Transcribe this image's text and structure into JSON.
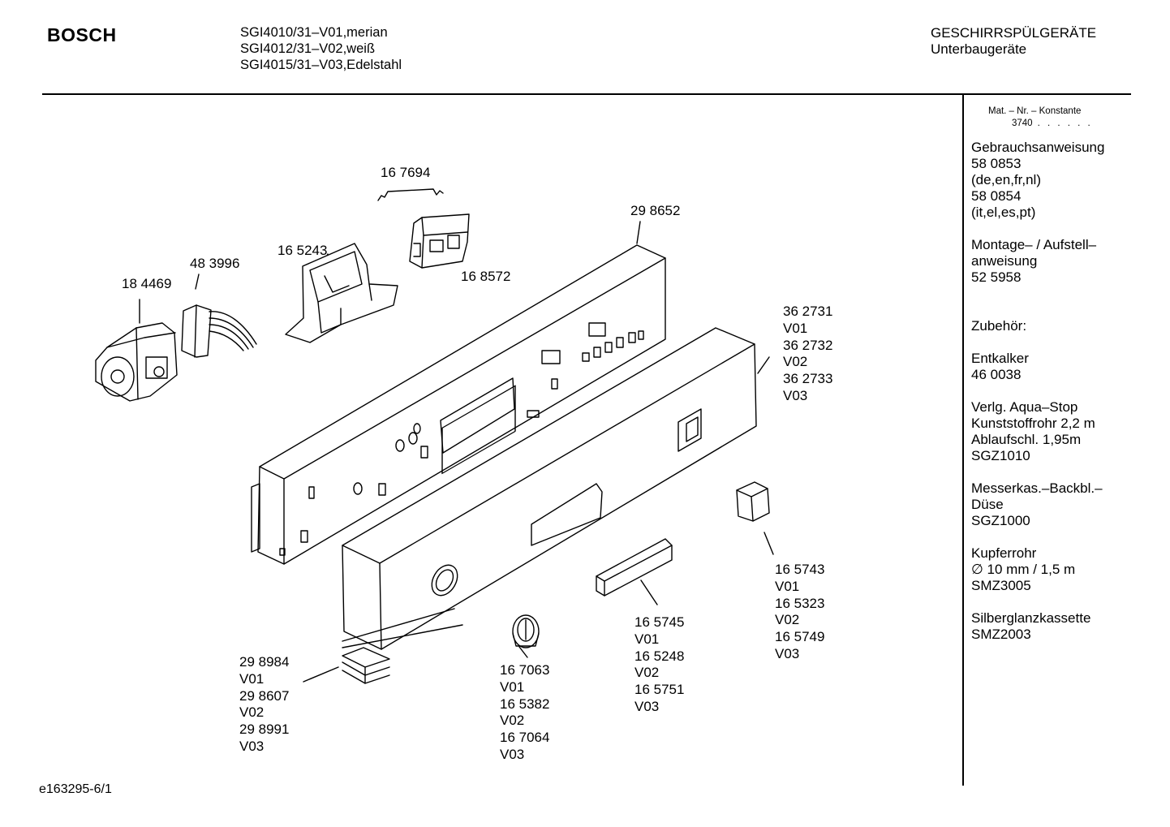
{
  "header": {
    "brand": "BOSCH",
    "models": [
      "SGI4010/31–V01,merian",
      "SGI4012/31–V02,weiß",
      "SGI4015/31–V03,Edelstahl"
    ],
    "category": [
      "GESCHIRRSPÜLGERÄTE",
      "Unterbaugeräte"
    ]
  },
  "sidebar": {
    "mat_label": "Mat. – Nr. – Konstante",
    "mat_value": "3740",
    "mat_dots": ". . . . . .",
    "groups": [
      [
        "Gebrauchsanweisung",
        "58 0853",
        "(de,en,fr,nl)",
        "58 0854",
        "(it,el,es,pt)"
      ],
      [
        "Montage– / Aufstell–",
        "anweisung",
        "52 5958"
      ],
      [
        "Zubehör:"
      ],
      [
        "Entkalker",
        "46 0038"
      ],
      [
        "Verlg. Aqua–Stop",
        "Kunststoffrohr 2,2 m",
        "Ablaufschl. 1,95m",
        "SGZ1010"
      ],
      [
        "Messerkas.–Backbl.–",
        "Düse",
        "SGZ1000"
      ],
      [
        "Kupferrohr",
        "∅ 10 mm / 1,5 m",
        "SMZ3005"
      ],
      [
        "Silberglanzkassette",
        "SMZ2003"
      ]
    ]
  },
  "parts": {
    "p167694": [
      "16 7694"
    ],
    "p298652": [
      "29 8652"
    ],
    "p165243": [
      "16 5243"
    ],
    "p483996": [
      "48 3996"
    ],
    "p184469": [
      "18 4469"
    ],
    "p168572": [
      "16 8572"
    ],
    "p362731": [
      "36 2731",
      "V01",
      "36 2732",
      "V02",
      "36 2733",
      "V03"
    ],
    "p165743": [
      "16 5743",
      "V01",
      "16 5323",
      "V02",
      "16 5749",
      "V03"
    ],
    "p165745": [
      "16 5745",
      "V01",
      "16 5248",
      "V02",
      "16 5751",
      "V03"
    ],
    "p167063": [
      "16 7063",
      "V01",
      "16 5382",
      "V02",
      "16 7064",
      "V03"
    ],
    "p298984": [
      "29 8984",
      "V01",
      "29 8607",
      "V02",
      "29 8991",
      "V03"
    ]
  },
  "footer": {
    "code": "e163295-6/1"
  }
}
